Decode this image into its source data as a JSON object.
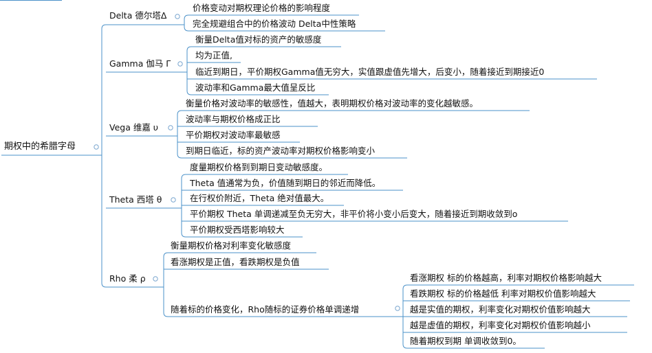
{
  "root": {
    "label": "期权中的希腊字母"
  },
  "branches": [
    {
      "label": "Delta 德尔塔Δ",
      "items": [
        "价格变动对期权理论价格的影响程度",
        "完全规避组合中的价格波动  Delta中性策略"
      ]
    },
    {
      "label": "Gamma 伽马 Γ",
      "items": [
        "衡量Delta值对标的资产的敏感度",
        "均为正值,",
        "临近到期日，平价期权Gamma值无穷大，实值跟虚值先增大，后变小，随着接近到期接近0",
        "波动率和Gamma最大值呈反比"
      ]
    },
    {
      "label": "Vega  维嘉 υ",
      "items": [
        "衡量价格对波动率的敏感性，值越大，表明期权价格对波动率的变化越敏感。",
        "波动率与期权价格成正比",
        "平价期权对波动率最敏感",
        "到期日临近，标的资产波动率对期权价格影响变小"
      ]
    },
    {
      "label": "Theta  西塔  θ",
      "items": [
        "度量期权价格到到期日变动敏感度。",
        "Theta 值通常为负，价值随到期日的邻近而降低。",
        "在行权价附近，Theta 绝对值最大。",
        "平价期权   Theta 单调递减至负无穷大，非平价将小变小后变大，随着接近到期收敛到o",
        "平价期权受西塔影响较大"
      ]
    },
    {
      "label": "Rho  柔 ρ",
      "items": [
        "衡量期权价格对利率变化敏感度",
        "看涨期权是正值，看跌期权是负值"
      ],
      "sub": {
        "label": "随着标的价格变化，Rho随标的证券价格单调递增",
        "items": [
          "看涨期权  标的价格越高，利率对期权价格影响越大",
          "看跌期权  标的价格越低  利率对期权价值影响越大",
          "越是实值的期权，利率变化对期权价值影响越大",
          "越是虚值的期权，利率变化对期权价值影响越小",
          "随着期权到期  单调收敛到0。"
        ]
      }
    }
  ],
  "colors": {
    "connector": "#4a90c8",
    "collapse_dot": "#7aa6cf",
    "text": "#111111",
    "background": "#ffffff"
  }
}
